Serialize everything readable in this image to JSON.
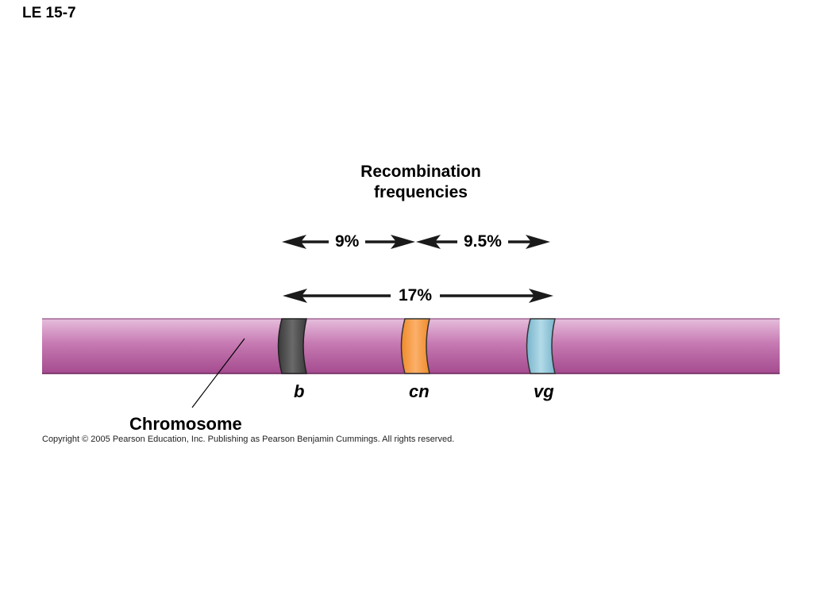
{
  "slide": {
    "label": "LE 15-7"
  },
  "heading": {
    "line1": "Recombination",
    "line2": "frequencies"
  },
  "frequencies": {
    "b_cn": "9%",
    "cn_vg": "9.5%",
    "b_vg": "17%"
  },
  "genes": {
    "b": "b",
    "cn": "cn",
    "vg": "vg"
  },
  "chromosome": {
    "label": "Chromosome"
  },
  "colors": {
    "chromosome": "#a94a94",
    "band_b": "#555555",
    "band_cn": "#f59a3c",
    "band_vg": "#8ec5d9",
    "arrow": "#1a1a1a"
  },
  "copyright": "Copyright ©  2005 Pearson Education, Inc. Publishing as Pearson Benjamin Cummings. All rights reserved."
}
